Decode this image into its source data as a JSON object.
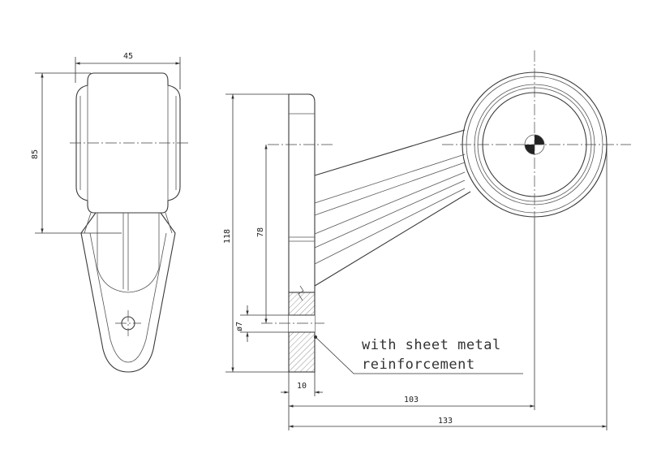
{
  "dimensions": {
    "width_front": "45",
    "height_front": "85",
    "total_height": "118",
    "hole_to_lamp_center": "78",
    "hole_diameter": "ø7",
    "plate_thickness": "10",
    "lamp_center_offset": "103",
    "total_length": "133"
  },
  "note": {
    "line1": "with sheet metal",
    "line2": "reinforcement"
  }
}
